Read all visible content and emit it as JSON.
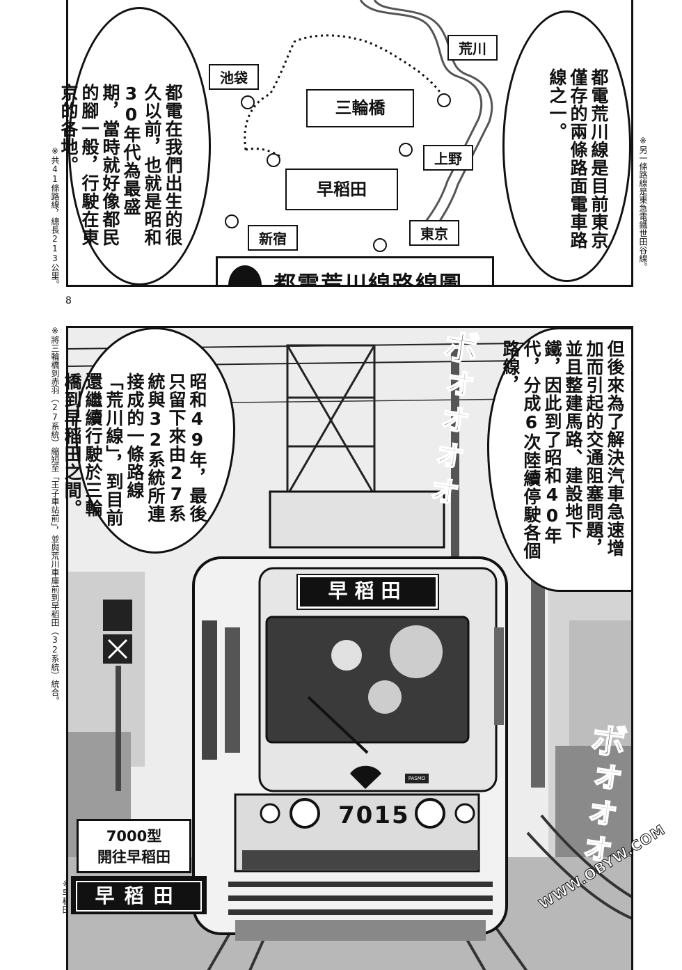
{
  "page_number": "8",
  "map": {
    "title": "都電荒川線路線圖",
    "stations": {
      "ikebukuro": "池袋",
      "minowabashi": "三輪橋",
      "arakawa": "荒川",
      "ueno": "上野",
      "waseda": "早稻田",
      "shinjuku": "新宿",
      "tokyo": "東京"
    }
  },
  "bubbles": {
    "top_left": "都電在我們出生的很久以前，也就是昭和30年代為最盛期，當時就好像都民的腳一般，行駛在東京的各地。",
    "top_right": "都電荒川線是目前東京僅存的兩條路面電車路線之一。",
    "middle_left": "昭和49年，最後只留下來由27系統與32系統所連接成的一條路線「荒川線」，到目前還繼續行駛於三輪橋到早稻田之間。",
    "middle_right": "但後來為了解決汽車急速增加而引起的交通阻塞問題，並且整建馬路、建設地下鐵，因此到了昭和40年代，分成6次陸續停駛各個路線，"
  },
  "notes": {
    "left_top": "※共41條路線，總長213公里。",
    "right_top": "※另一條路線是東急電鐵世田谷線。",
    "left_middle": "※將三輪橋到赤羽（27系統）縮短至「王子車站前」，並與荒川車庫前到早稻田（32系統）統合。",
    "left_bottom": "※早稻田"
  },
  "tram": {
    "destination_sign": "早稻田",
    "car_number": "7015",
    "pasmo": "PASMO"
  },
  "caption": {
    "line1": "7000型",
    "line2": "開往早稻田",
    "sign": "早稻田"
  },
  "sfx": {
    "top": "ボォォォォ",
    "bottom": "ボォォォ"
  },
  "watermark": "WWW.OBYW.COM"
}
